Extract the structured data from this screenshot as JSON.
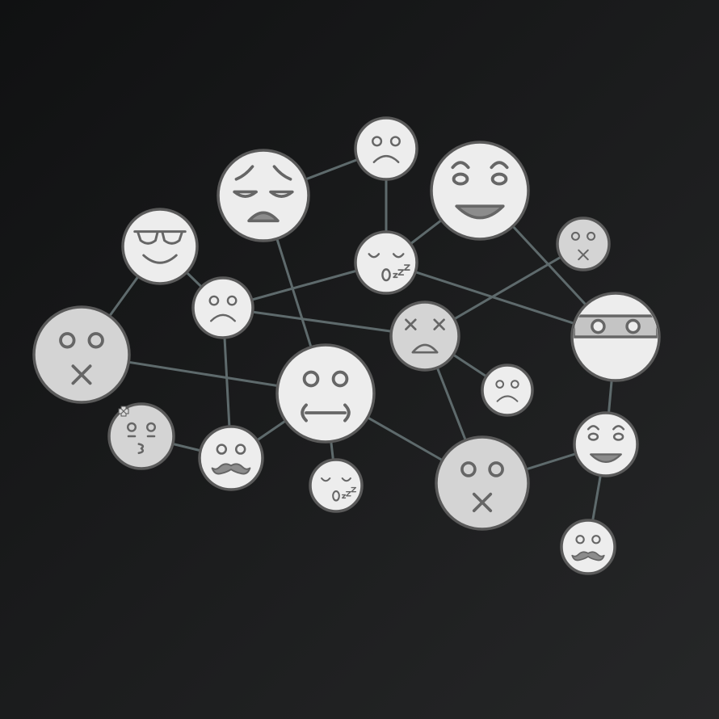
{
  "colors": {
    "edge": "#5e6a6c",
    "face_fill_light": "#ededed",
    "face_fill_mid": "#d4d4d4",
    "face_fill_dark": "#c4c4c4",
    "face_stroke": "#5a5a5a",
    "feature": "#666666",
    "mouth_fill": "#8c8c8c"
  },
  "nodes": [
    {
      "id": "n1",
      "name": "weary-face-icon",
      "expr": "weary"
    },
    {
      "id": "n2",
      "name": "frowning-face-icon",
      "expr": "frown"
    },
    {
      "id": "n3",
      "name": "grinning-face-icon",
      "expr": "grin"
    },
    {
      "id": "n4",
      "name": "cool-face-icon",
      "expr": "cool"
    },
    {
      "id": "n5",
      "name": "sleeping-face-icon",
      "expr": "sleep"
    },
    {
      "id": "n6",
      "name": "hushed-face-icon",
      "expr": "hush"
    },
    {
      "id": "n7",
      "name": "frowning-face-icon",
      "expr": "frown"
    },
    {
      "id": "n8",
      "name": "dizzy-face-icon",
      "expr": "dizzy"
    },
    {
      "id": "n9",
      "name": "ninja-face-icon",
      "expr": "ninja"
    },
    {
      "id": "n10",
      "name": "hushed-face-icon",
      "expr": "hush"
    },
    {
      "id": "n11",
      "name": "nauseated-face-icon",
      "expr": "nausea"
    },
    {
      "id": "n12",
      "name": "frowning-face-icon",
      "expr": "frown"
    },
    {
      "id": "n13",
      "name": "kissing-face-icon",
      "expr": "kiss"
    },
    {
      "id": "n14",
      "name": "mustache-face-icon",
      "expr": "mustache"
    },
    {
      "id": "n15",
      "name": "sleeping-face-icon",
      "expr": "sleep"
    },
    {
      "id": "n16",
      "name": "hushed-face-icon",
      "expr": "hush"
    },
    {
      "id": "n17",
      "name": "grinning-face-icon",
      "expr": "grin"
    },
    {
      "id": "n18",
      "name": "mustache-face-icon",
      "expr": "mustache"
    }
  ],
  "edges": [
    [
      "n1",
      "n2"
    ],
    [
      "n1",
      "n11"
    ],
    [
      "n2",
      "n5"
    ],
    [
      "n5",
      "n3"
    ],
    [
      "n5",
      "n7"
    ],
    [
      "n5",
      "n9"
    ],
    [
      "n3",
      "n9"
    ],
    [
      "n6",
      "n8"
    ],
    [
      "n4",
      "n7"
    ],
    [
      "n4",
      "n10"
    ],
    [
      "n7",
      "n8"
    ],
    [
      "n7",
      "n14"
    ],
    [
      "n10",
      "n11"
    ],
    [
      "n8",
      "n12"
    ],
    [
      "n8",
      "n16"
    ],
    [
      "n11",
      "n14"
    ],
    [
      "n11",
      "n15"
    ],
    [
      "n11",
      "n16"
    ],
    [
      "n13",
      "n14"
    ],
    [
      "n9",
      "n17"
    ],
    [
      "n16",
      "n17"
    ],
    [
      "n17",
      "n18"
    ]
  ]
}
